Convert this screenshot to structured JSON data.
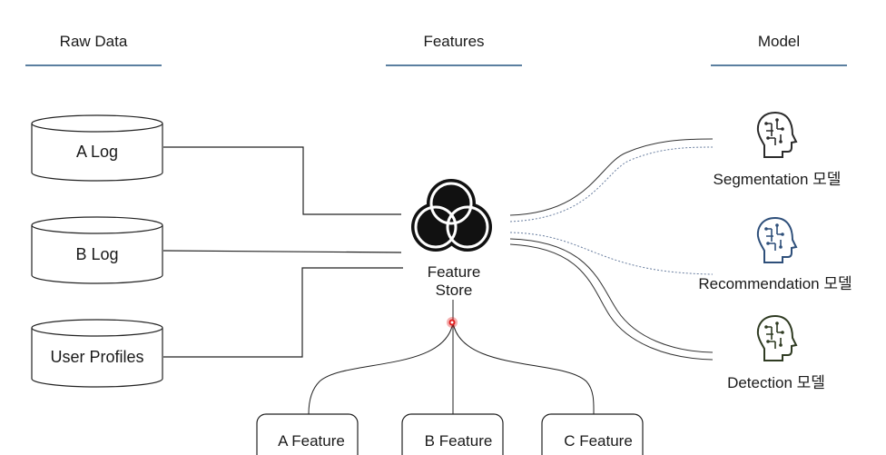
{
  "headers": {
    "raw_data": "Raw Data",
    "features": "Features",
    "model": "Model"
  },
  "sources": [
    "A Log",
    "B Log",
    "User Profiles"
  ],
  "feature_store": {
    "line1": "Feature",
    "line2": "Store"
  },
  "models": [
    "Segmentation 모델",
    "Recommendation 모델",
    "Detection 모델"
  ],
  "features": [
    "A Feature",
    "B Feature",
    "C Feature"
  ],
  "colors": {
    "header_rule": "#5b7fa0",
    "cursor": "#e02020",
    "icon_1": "#2b2b2b",
    "icon_2": "#2e4f7a",
    "icon_3": "#2f3b22"
  },
  "icons": {
    "store": "venn-circles-icon",
    "model": "brain-circuit-icon"
  }
}
